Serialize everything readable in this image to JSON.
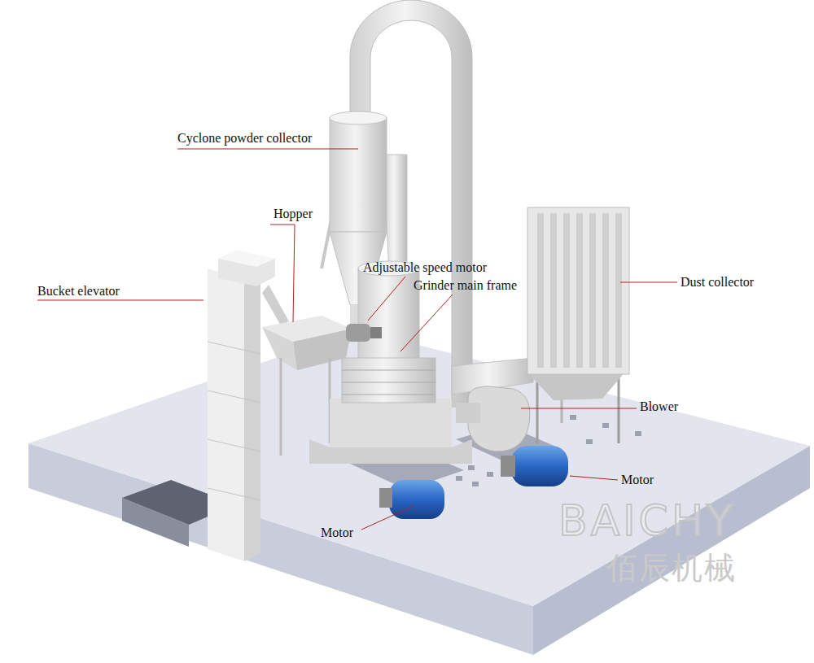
{
  "diagram": {
    "labels": [
      "Cyclone powder collector",
      "Hopper",
      "Adjustable speed motor",
      "Grinder main frame",
      "Bucket elevator",
      "Dust collector",
      "Blower",
      "Motor",
      "Motor",
      "BAICHY",
      "佰辰机械"
    ]
  }
}
